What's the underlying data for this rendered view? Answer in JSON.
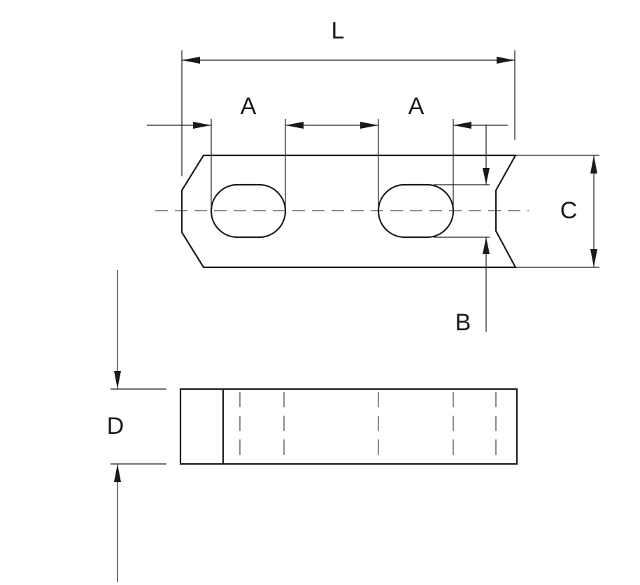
{
  "labels": {
    "length": "L",
    "pitch_left": "A",
    "pitch_right": "A",
    "height": "C",
    "slot_width": "B",
    "thickness": "D"
  }
}
